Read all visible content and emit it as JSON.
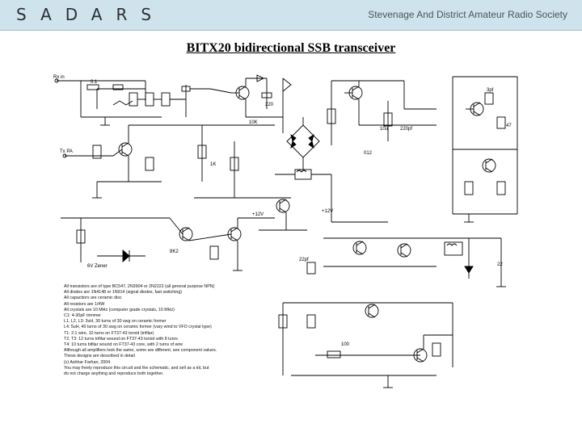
{
  "header": {
    "logo_text": "SADARS",
    "society_name": "Stevenage And District Amateur Radio Society"
  },
  "slide": {
    "title": "BITX20 bidirectional SSB transceiver"
  },
  "schematic": {
    "labels": {
      "rx_in": "Rx in",
      "tx_pa": "Tx PA",
      "zener": "6V Zener",
      "v12_a": "+12V",
      "v12_b": "+12V",
      "cap_220pf": "220pf",
      "cap_22pf": "22pf",
      "cap_10u": "10u",
      "cap_100n": "0.1",
      "cap_3pf": "3pf",
      "cap_47": "47",
      "res_1k": "1K",
      "res_10k": "10K",
      "res_220": "220",
      "res_22": "22",
      "res_8k2": "8K2",
      "res_100": "100",
      "q_012": "012"
    },
    "notes": [
      "All transistors are of type BC547, 2N3904 or 2N2222 (all general purpose NPN)",
      "All diodes are 1N4148 or 1N914 (signal diodes, fast switching)",
      "All capacitors are ceramic disc",
      "All resistors are 1/4W",
      "All crystals are 10 MHz (computer grade crystals, 10 MHz)",
      "C1: 4-30pF trimmer",
      "L1, L2, L3: 3uH, 30 turns of 30 swg on ceramic former",
      "L4: 5uH, 40 turns of 30 swg on ceramic former (vary wind to VFO crystal type)",
      "T1: 2:1 wire, 10 turns on FT37-43 toroid (trifilar)",
      "T2, T3: 12 turns trifilar wound on FT37-43 toroid with 8 turns",
      "T4: 10 turns bifilar wound on FT37-43 core, with 2 turns of wire",
      "Although all amplifiers look the same, some are different, see component values.",
      "These designs are described in detail",
      "(c) Ashhar Farhan, 2004",
      "You may freely reproduce this circuit and the schematic, and sell as a kit, but",
      "do not charge anything and reproduce both together."
    ]
  }
}
